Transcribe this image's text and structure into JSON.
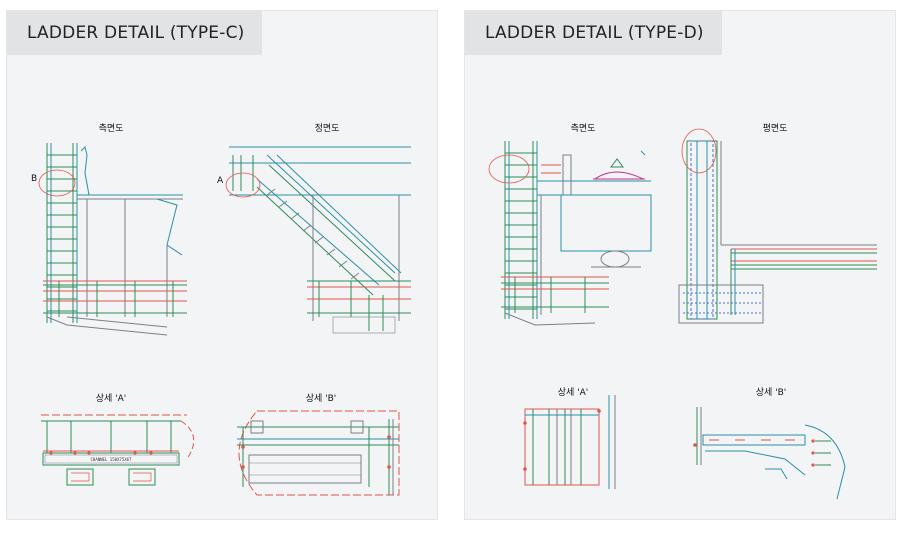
{
  "panels": [
    {
      "title": "LADDER DETAIL (TYPE-C)",
      "views": [
        {
          "label": "측면도",
          "marker": "B"
        },
        {
          "label": "정면도",
          "marker": "A"
        },
        {
          "label": "상세 'A'"
        },
        {
          "label": "상세 'B'"
        }
      ],
      "channel_note": "CHANNEL 150X75X6T"
    },
    {
      "title": "LADDER DETAIL (TYPE-D)",
      "views": [
        {
          "label": "측면도"
        },
        {
          "label": "평면도"
        },
        {
          "label": "상세 'A'"
        },
        {
          "label": "상세 'B'"
        }
      ]
    }
  ],
  "colors": {
    "green": "#2e8b57",
    "teal": "#2a8fa8",
    "red": "#e0564a",
    "blue": "#4a6fd1",
    "gray": "#7a8088",
    "magenta": "#c0308a"
  }
}
